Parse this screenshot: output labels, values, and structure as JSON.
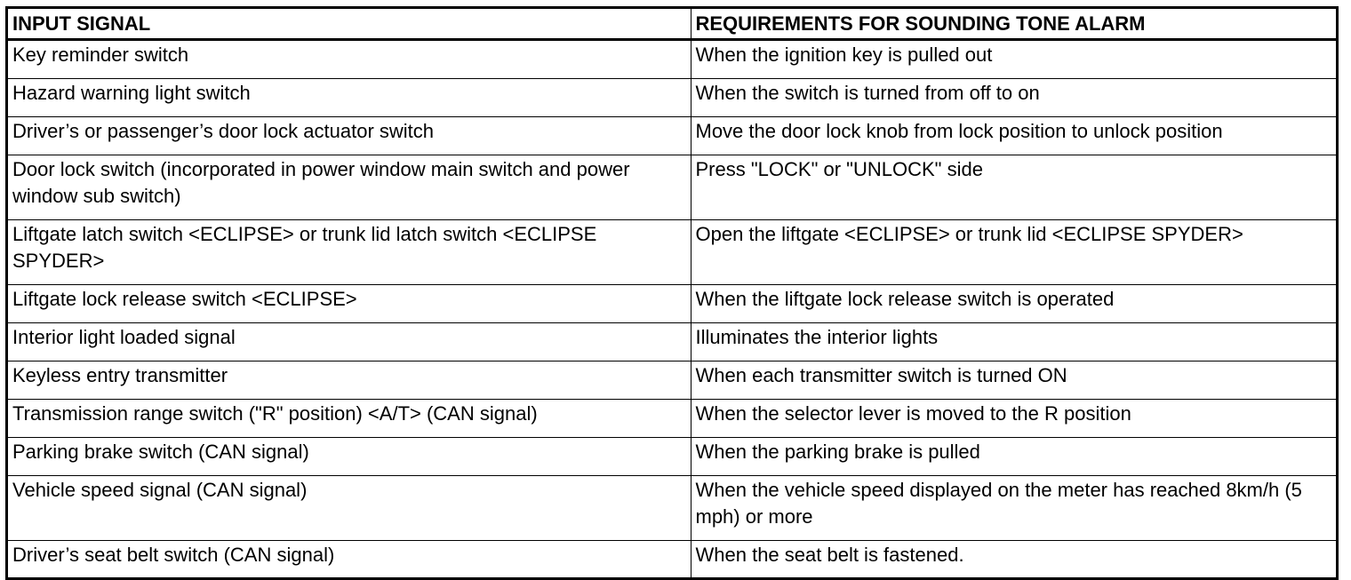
{
  "table": {
    "headers": [
      "INPUT SIGNAL",
      "REQUIREMENTS FOR SOUNDING TONE ALARM"
    ],
    "rows": [
      [
        "Key reminder switch",
        "When the ignition key is pulled out"
      ],
      [
        "Hazard warning light switch",
        "When the switch is turned from off to on"
      ],
      [
        "Driver’s or passenger’s door lock actuator switch",
        "Move the door lock knob from lock position to unlock position"
      ],
      [
        "Door lock switch (incorporated in power window main switch and power window sub switch)",
        "Press \"LOCK\" or \"UNLOCK\" side"
      ],
      [
        "Liftgate latch switch <ECLIPSE> or trunk lid latch switch <ECLIPSE SPYDER>",
        "Open the liftgate <ECLIPSE> or trunk lid <ECLIPSE SPYDER>"
      ],
      [
        "Liftgate lock release switch <ECLIPSE>",
        "When the liftgate lock release switch is operated"
      ],
      [
        "Interior light loaded signal",
        "Illuminates the interior lights"
      ],
      [
        "Keyless entry transmitter",
        "When each transmitter switch is turned ON"
      ],
      [
        "Transmission range switch (\"R\" position) <A/T> (CAN signal)",
        "When the selector lever is moved to the R position"
      ],
      [
        "Parking brake switch (CAN signal)",
        "When the parking brake is pulled"
      ],
      [
        "Vehicle speed signal (CAN signal)",
        "When the vehicle speed displayed on the meter has reached 8km/h (5 mph) or more"
      ],
      [
        "Driver’s seat belt switch (CAN signal)",
        "When the seat belt is fastened."
      ]
    ]
  }
}
